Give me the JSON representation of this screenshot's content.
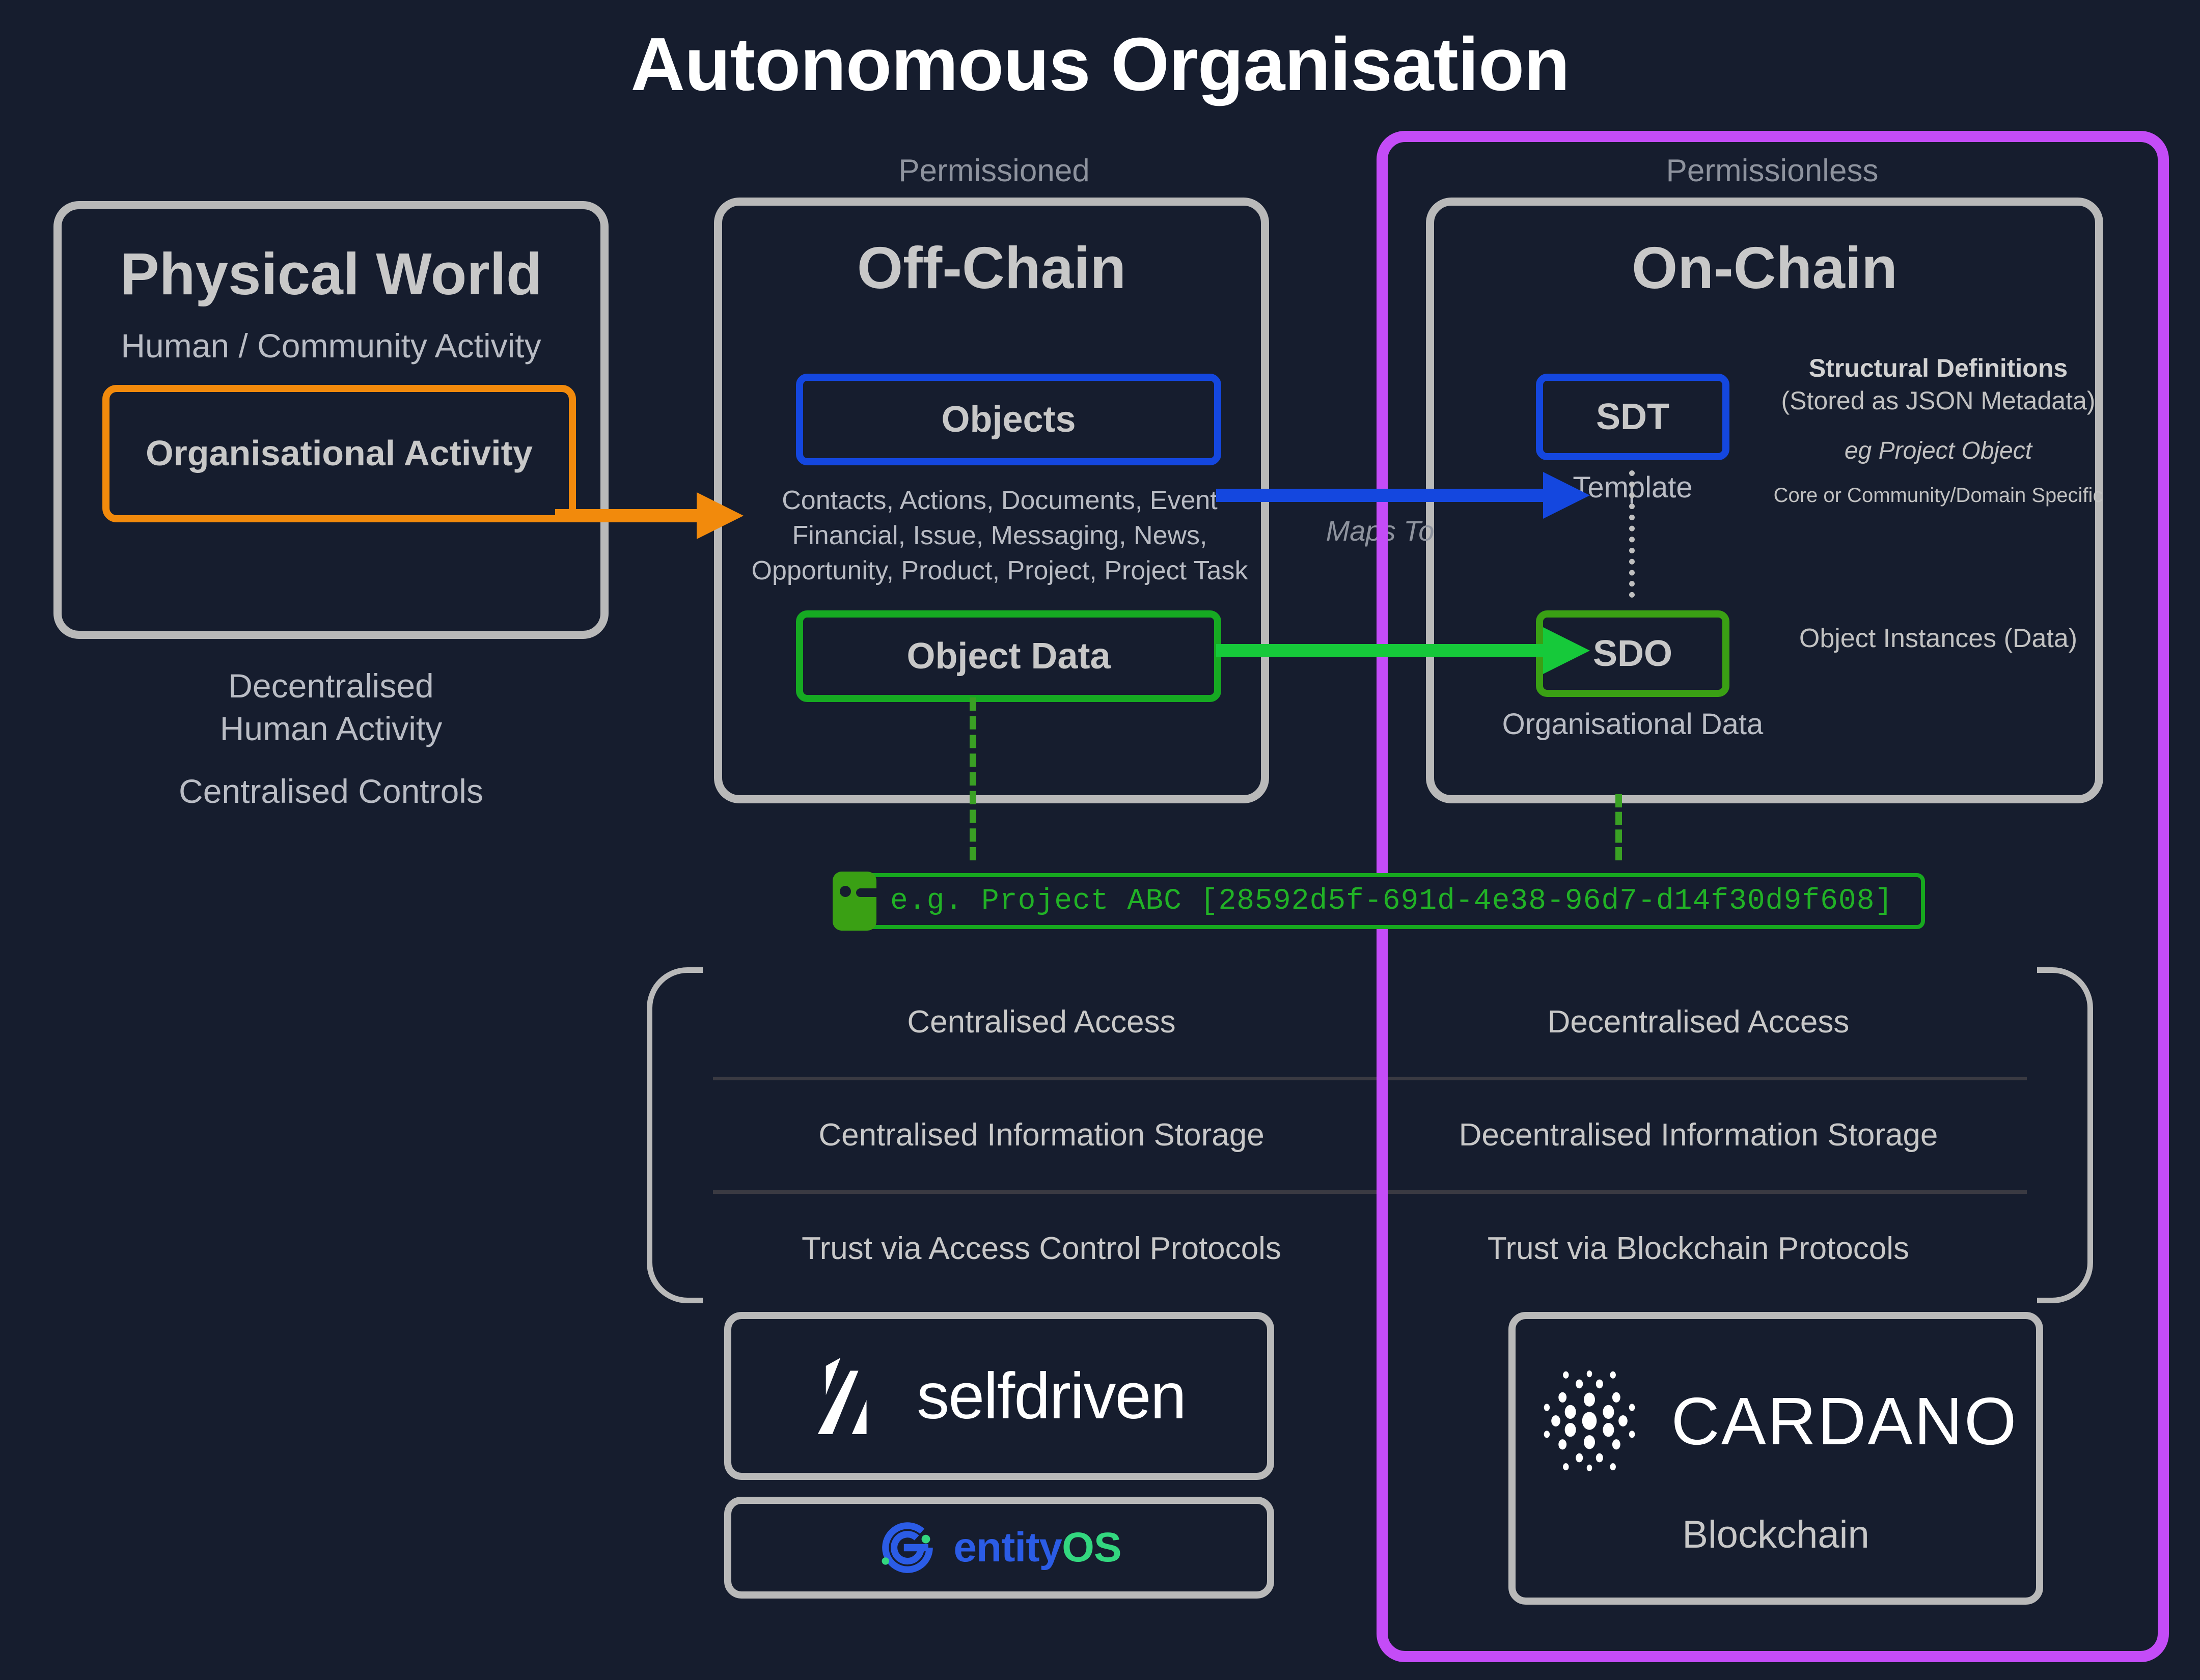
{
  "title": "Autonomous Organisation",
  "captions": {
    "permissioned": "Permissioned",
    "permissionless": "Permissionless"
  },
  "physical": {
    "title": "Physical World",
    "subtitle": "Human / Community Activity",
    "org_activity": "Organisational Activity",
    "below_line1": "Decentralised",
    "below_line2": "Human Activity",
    "below_line3": "Centralised Controls"
  },
  "offchain": {
    "title": "Off-Chain",
    "objects_label": "Objects",
    "object_data_label": "Object Data",
    "objects_list_line1": "Contacts, Actions, Documents, Event",
    "objects_list_line2": "Financial, Issue, Messaging, News,",
    "objects_list_line3": "Opportunity, Product, Project, Project Task"
  },
  "maps_to_label": "Maps To",
  "onchain": {
    "title": "On-Chain",
    "sdt_label": "SDT",
    "sdt_sublabel": "Template",
    "sdo_label": "SDO",
    "sdo_sublabel": "Organisational Data",
    "structural_title": "Structural Definitions",
    "structural_sub": "(Stored as JSON Metadata)",
    "structural_eg": "eg Project Object",
    "structural_core": "Core or Community/Domain Specific",
    "object_instances": "Object Instances (Data)"
  },
  "terminal": {
    "text": "e.g. Project ABC [28592d5f-691d-4e38-96d7-d14f30d9f608]"
  },
  "comparison": {
    "rows": [
      {
        "left": "Centralised Access",
        "right": "Decentralised Access"
      },
      {
        "left": "Centralised Information Storage",
        "right": "Decentralised Information Storage"
      },
      {
        "left": "Trust via Access Control Protocols",
        "right": "Trust via Blockchain Protocols"
      }
    ]
  },
  "logos": {
    "selfdriven": "selfdriven",
    "entityos_part1": "entity",
    "entityos_part2": "OS",
    "cardano": "CARDANO",
    "cardano_sub": "Blockchain"
  },
  "colors": {
    "background": "#161d2e",
    "panel_border": "#b9b9b9",
    "orange": "#f28a0c",
    "blue": "#1447df",
    "green": "#16aa22",
    "bright_green": "#16c93a",
    "purple": "#c44cf7",
    "terminal_text": "#21b226",
    "entityos_blue": "#2b5ce6",
    "entityos_green": "#33d77f"
  }
}
